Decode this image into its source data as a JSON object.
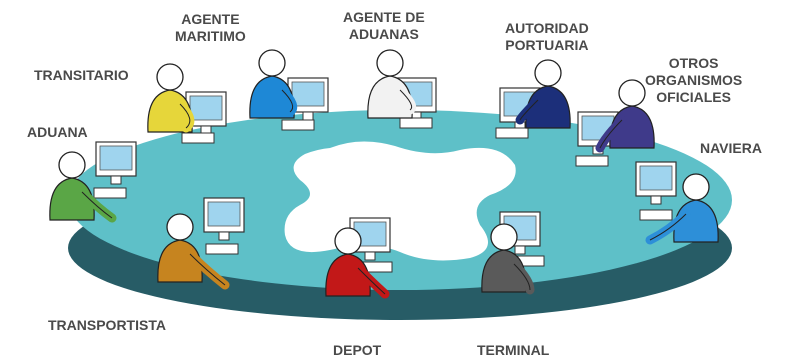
{
  "diagram": {
    "participants": [
      {
        "id": "transitario",
        "lines": [
          "TRANSITARIO"
        ],
        "shirt": "#e6d63a"
      },
      {
        "id": "agente-maritimo",
        "lines": [
          "AGENTE",
          "MARITIMO"
        ],
        "shirt": "#1e88d6"
      },
      {
        "id": "agente-de-aduanas",
        "lines": [
          "AGENTE DE",
          "ADUANAS"
        ],
        "shirt": "#f2f2f2"
      },
      {
        "id": "autoridad-portuaria",
        "lines": [
          "AUTORIDAD",
          "PORTUARIA"
        ],
        "shirt": "#1c2f7a"
      },
      {
        "id": "otros-organismos-oficiales",
        "lines": [
          "OTROS",
          "ORGANISMOS",
          "OFICIALES"
        ],
        "shirt": "#3f3a8a"
      },
      {
        "id": "aduana",
        "lines": [
          "ADUANA"
        ],
        "shirt": "#5aa646"
      },
      {
        "id": "naviera",
        "lines": [
          "NAVIERA"
        ],
        "shirt": "#2d8fd8"
      },
      {
        "id": "transportista",
        "lines": [
          "TRANSPORTISTA"
        ],
        "shirt": "#c6841f"
      },
      {
        "id": "depot",
        "lines": [
          "DEPOT"
        ],
        "shirt": "#c21818"
      },
      {
        "id": "terminal",
        "lines": [
          "TERMINAL"
        ],
        "shirt": "#5a5a5a"
      }
    ],
    "colors": {
      "table_top": "#5ec0c8",
      "table_edge": "#275c66",
      "monitor": "#9fd4ee",
      "skin": "#ffffff"
    }
  }
}
